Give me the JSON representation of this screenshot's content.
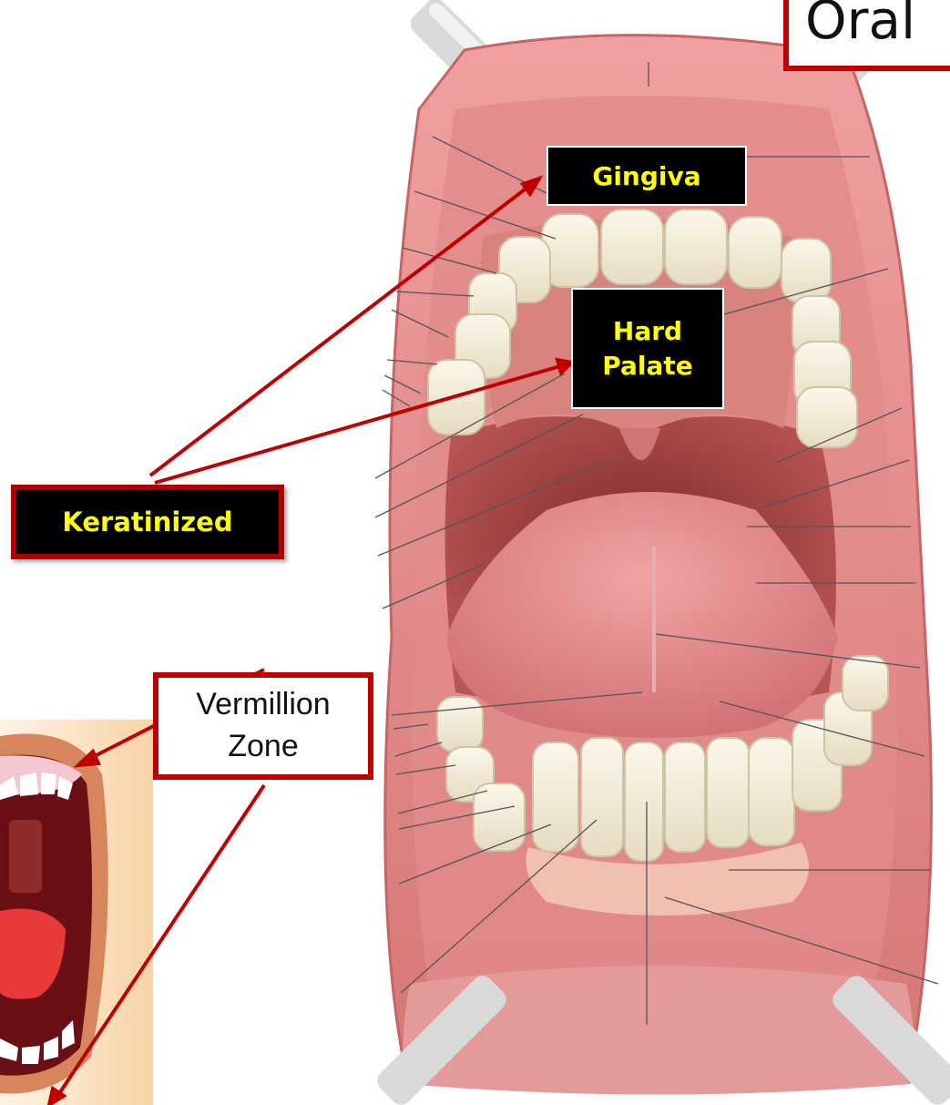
{
  "title": "Oral",
  "labels": {
    "gingiva": "Gingiva",
    "hard_palate_line1": "Hard",
    "hard_palate_line2": "Palate",
    "keratinized": "Keratinized",
    "vermillion_line1": "Vermillion",
    "vermillion_line2": "Zone"
  },
  "colors": {
    "accent_red": "#c00000",
    "label_text": "#ffff00",
    "label_bg": "#000000"
  }
}
